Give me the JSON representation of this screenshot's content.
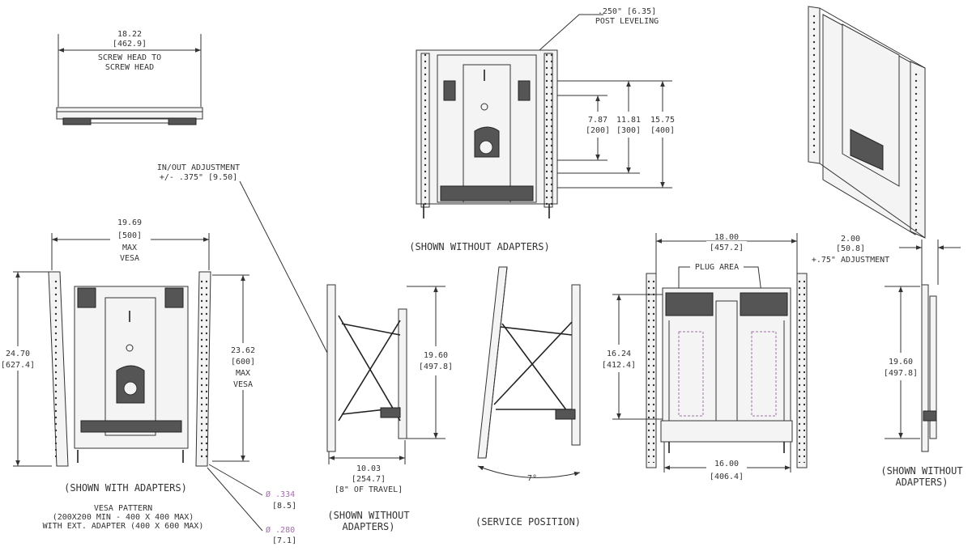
{
  "top_view": {
    "dim": "18.22",
    "dim_mm": "[462.9]",
    "note_1": "SCREW HEAD TO",
    "note_2": "SCREW HEAD"
  },
  "top_center": {
    "post_leveling_dim": ".250\" [6.35]",
    "post_leveling_label": "POST LEVELING",
    "dim_a": "7.87",
    "dim_a_mm": "[200]",
    "dim_b": "11.81",
    "dim_b_mm": "[300]",
    "dim_c": "15.75",
    "dim_c_mm": "[400]",
    "caption": "(SHOWN WITHOUT ADAPTERS)"
  },
  "in_out": {
    "label": "IN/OUT ADJUSTMENT",
    "value": "+/- .375\" [9.50]"
  },
  "front_with_adapters": {
    "width_dim": "19.69",
    "width_mm": "[500]",
    "width_note_1": "MAX",
    "width_note_2": "VESA",
    "height_dim": "24.70",
    "height_mm": "[627.4]",
    "vesa_height": "23.62",
    "vesa_height_mm": "[600]",
    "vesa_note_1": "MAX",
    "vesa_note_2": "VESA",
    "caption": "(SHOWN WITH ADAPTERS)",
    "vesa_pattern_1": "VESA PATTERN",
    "vesa_pattern_2": "(200X200 MIN - 400 X 400 MAX)",
    "vesa_pattern_3": "WITH EXT. ADAPTER (400 X 600 MAX)",
    "hole_1": "Ø .334",
    "hole_1_mm": "[8.5]",
    "hole_2": "Ø .280",
    "hole_2_mm": "[7.1]"
  },
  "side_extended": {
    "height_dim": "19.60",
    "height_mm": "[497.8]",
    "depth_dim": "10.03",
    "depth_mm": "[254.7]",
    "travel": "[8\" OF TRAVEL]",
    "caption_1": "(SHOWN WITHOUT",
    "caption_2": "ADAPTERS)"
  },
  "service": {
    "angle": "7°",
    "caption": "(SERVICE POSITION)"
  },
  "rear_view": {
    "width_dim": "18.00",
    "width_mm": "[457.2]",
    "plug_area": "PLUG AREA",
    "height_dim": "16.24",
    "height_mm": "[412.4]",
    "bottom_dim": "16.00",
    "bottom_mm": "[406.4]"
  },
  "side_collapsed": {
    "depth_dim": "2.00",
    "depth_mm": "[50.8]",
    "adjust": "+.75\" ADJUSTMENT",
    "height_dim": "19.60",
    "height_mm": "[497.8]",
    "caption_1": "(SHOWN WITHOUT",
    "caption_2": "ADAPTERS)"
  }
}
